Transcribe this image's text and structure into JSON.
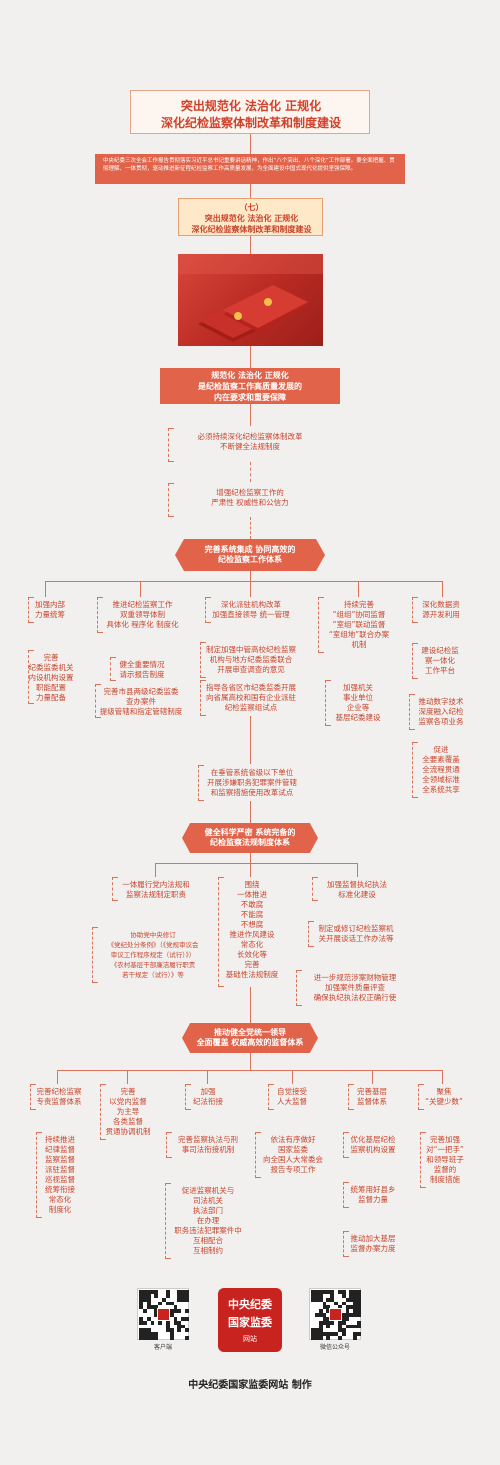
{
  "header": {
    "title_line1": "突出规范化 法治化 正规化",
    "title_line2": "深化纪检监察体制改革和制度建设"
  },
  "intro": {
    "text": "中央纪委三次全会工作报告贯彻落实习近平总书记重要讲话精神，作出“八个突出、八个深化”工作部署。要全面把握、贯彻理解、一体贯彻，驱动推进新征程纪检监察工作高质量发展，为全面建设中国式现代化提供坚强保障。"
  },
  "section_badge": {
    "line1": "（七）",
    "line2": "突出规范化 法治化 正规化",
    "line3": "深化纪检监察体制改革和制度建设"
  },
  "core_box": {
    "line1": "规范化 法治化 正规化",
    "line2": "是纪检监察工作高质量发展的",
    "line3": "内在要求和重要保障"
  },
  "requirements": [
    "必须持续深化纪检监察体制改革\n不断健全法规制度",
    "增强纪检监察工作的\n严肃性 权威性和公信力"
  ],
  "pillar1": {
    "title": "完善系统集成 协同高效的\n纪检监察工作体系",
    "branches": [
      {
        "head": "加强内部\n力量统筹",
        "items": [
          "完善\n纪委监委机关\n内设机构设置\n职能配置\n力量配备"
        ]
      },
      {
        "head": "推进纪检监察工作\n双重领导体制\n具体化 程序化 制度化",
        "items": [
          "健全重要情况\n请示报告制度",
          "完善市县两级纪委监委\n查办案件\n提级管辖和指定管辖制度"
        ]
      },
      {
        "head": "深化派驻机构改革\n加强直接领导 统一管理",
        "items": [
          "制定加强中管高校纪检监察\n机构与地方纪委监委联合\n开展审查调查的意见",
          "指导各省区市纪委监委开展\n向省属高校和国有企业派驻\n纪检监察组试点"
        ]
      },
      {
        "head": "持续完善\n“组组”协同监督\n“室组”联动监督\n“室组地”联合办案\n机制",
        "items": [
          "加强机关\n事业单位\n企业等\n基层纪委建设"
        ]
      },
      {
        "head": "深化数据资\n源开发利用",
        "items": [
          "建设纪检监\n察一体化\n工作平台",
          "推动数字技术\n深度融入纪检\n监察各项业务",
          "促进\n全要素覆盖\n全流程贯通\n全领域标准\n全系统共享"
        ]
      }
    ],
    "bottom": "在垂管系统省级以下单位\n开展涉嫌职务犯罪案件管辖\n和监察措施使用改革试点"
  },
  "pillar2": {
    "title": "健全科学严密 系统完备的\n纪检监察法规制度体系",
    "branches": [
      {
        "head": "一体履行党内法规和\n监察法规制定职责",
        "items": [
          "协助党中央修订\n《党纪处分条例》（《党规审议会\n审议工作程序规定（试行）》）\n《农村基层干部廉洁履行职责\n若干规定（试行）》等"
        ]
      },
      {
        "head": "围绕\n一体推进\n不敢腐\n不能腐\n不想腐\n推进作风建设\n常态化\n长效化等\n完善\n基础性法规制度",
        "items": []
      },
      {
        "head": "加强监督执纪执法\n标准化建设",
        "items": [
          "制定或修订纪检监察机\n关开展谈话工作办法等",
          "进一步规范涉案财物管理\n加强案件质量评查\n确保执纪执法权正确行使"
        ]
      }
    ]
  },
  "pillar3": {
    "title": "推动健全党统一领导\n全面覆盖 权威高效的监督体系",
    "branches": [
      {
        "head": "完善纪检监察\n专责监督体系",
        "items": [
          "持续推进\n纪律监督\n监察监督\n派驻监督\n巡视监督\n统筹衔接\n常态化\n制度化"
        ]
      },
      {
        "head": "完善\n以党内监督\n为主导\n各类监督\n贯通协调机制",
        "items": []
      },
      {
        "head": "加强\n纪法衔接",
        "items": [
          "完善监察执法与刑\n事司法衔接机制",
          "促进监察机关与\n司法机关\n执法部门\n在办理\n职务违法犯罪案件中\n互相配合\n互相制约"
        ]
      },
      {
        "head": "自觉接受\n人大监督",
        "items": [
          "依法有序做好\n国家监委\n向全国人大常委会\n报告专项工作"
        ]
      },
      {
        "head": "完善基层\n监督体系",
        "items": [
          "优化基层纪检\n监察机构设置",
          "统筹用好县乡\n监督力量",
          "推动加大基层\n监督办案力度"
        ]
      },
      {
        "head": "聚焦\n“关键少数”",
        "items": [
          "完善加强\n对“一把手”\n和领导班子\n监督的\n制度措施"
        ]
      }
    ]
  },
  "footer": {
    "qr_left_label": "客户端",
    "logo_line1": "中央纪委",
    "logo_line2": "国家监委",
    "logo_line3": "网站",
    "qr_right_label": "微信公众号",
    "credit": "中央纪委国家监委网站  制作"
  },
  "colors": {
    "accent": "#e0634a",
    "text": "#c8442c",
    "background": "#f2f0ee"
  }
}
